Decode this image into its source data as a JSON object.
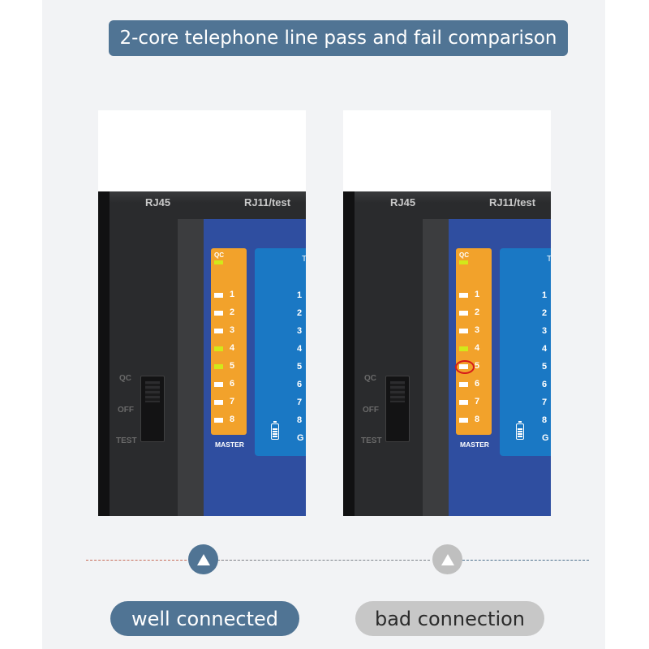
{
  "title": "2-core telephone line pass and fail comparison",
  "colors": {
    "accent": "#507494",
    "led_orange": "#f2a22b",
    "led_on": "#d2e81a",
    "remote_blue": "#1a78c4",
    "fail_ring": "#d61a1a"
  },
  "device_labels": {
    "rj45": "RJ45",
    "rj11": "RJ11/test",
    "qc": "QC",
    "off": "OFF",
    "test": "TEST",
    "master": "MASTER",
    "led_qc": "QC"
  },
  "pin_labels": [
    "1",
    "2",
    "3",
    "4",
    "5",
    "6",
    "7",
    "8"
  ],
  "remote_partial_label": "G",
  "remote_top_partial": "T",
  "comparisons": [
    {
      "status": "well connected",
      "lit_pins": [
        "4",
        "5"
      ],
      "failed_pin": null
    },
    {
      "status": "bad connection",
      "lit_pins": [
        "4"
      ],
      "failed_pin": "5"
    }
  ]
}
